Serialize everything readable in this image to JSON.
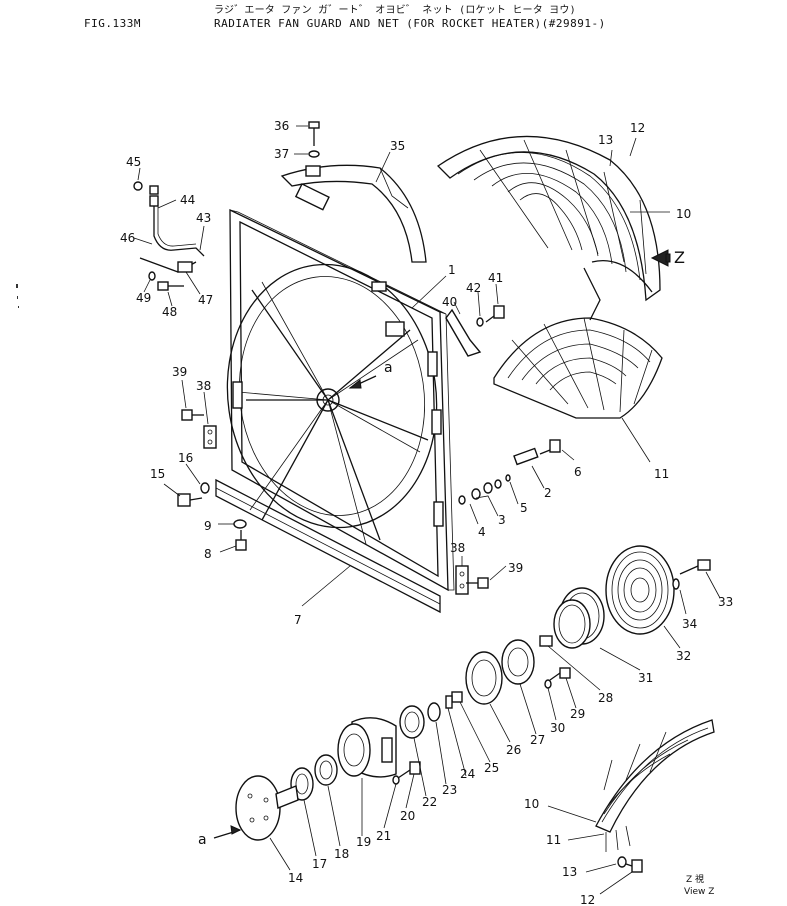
{
  "header": {
    "fig_label": "FIG.133M",
    "title_kana": "ラジ゛エータ ファン ガ゛ート゛ オヨビ゛ ネット (ロケット ヒータ ヨウ)",
    "title_en": "RADIATER FAN GUARD AND NET (FOR ROCKET HEATER)(#29891-)"
  },
  "callouts": {
    "p1": "1",
    "p2": "2",
    "p3": "3",
    "p4": "4",
    "p5": "5",
    "p6": "6",
    "p7": "7",
    "p8": "8",
    "p9": "9",
    "p10": "10",
    "p11": "11",
    "p12": "12",
    "p13": "13",
    "p14": "14",
    "p15": "15",
    "p16": "16",
    "p17": "17",
    "p18": "18",
    "p19": "19",
    "p20": "20",
    "p21": "21",
    "p22": "22",
    "p23": "23",
    "p24": "24",
    "p25": "25",
    "p26": "26",
    "p27": "27",
    "p28": "28",
    "p29": "29",
    "p30": "30",
    "p31": "31",
    "p32": "32",
    "p33": "33",
    "p34": "34",
    "p35": "35",
    "p36": "36",
    "p37": "37",
    "p38": "38",
    "p38b": "38",
    "p39": "39",
    "p39b": "39",
    "p40": "40",
    "p41": "41",
    "p42": "42",
    "p43": "43",
    "p44": "44",
    "p45": "45",
    "p46": "46",
    "p47": "47",
    "p48": "48",
    "p49": "49",
    "v10": "10",
    "v11": "11",
    "v12": "12",
    "v13": "13"
  },
  "markers": {
    "a_top": "a",
    "a_bottom": "a",
    "z_arrow": "Z"
  },
  "view_label": {
    "kana": "Z 視",
    "en": "View Z"
  }
}
